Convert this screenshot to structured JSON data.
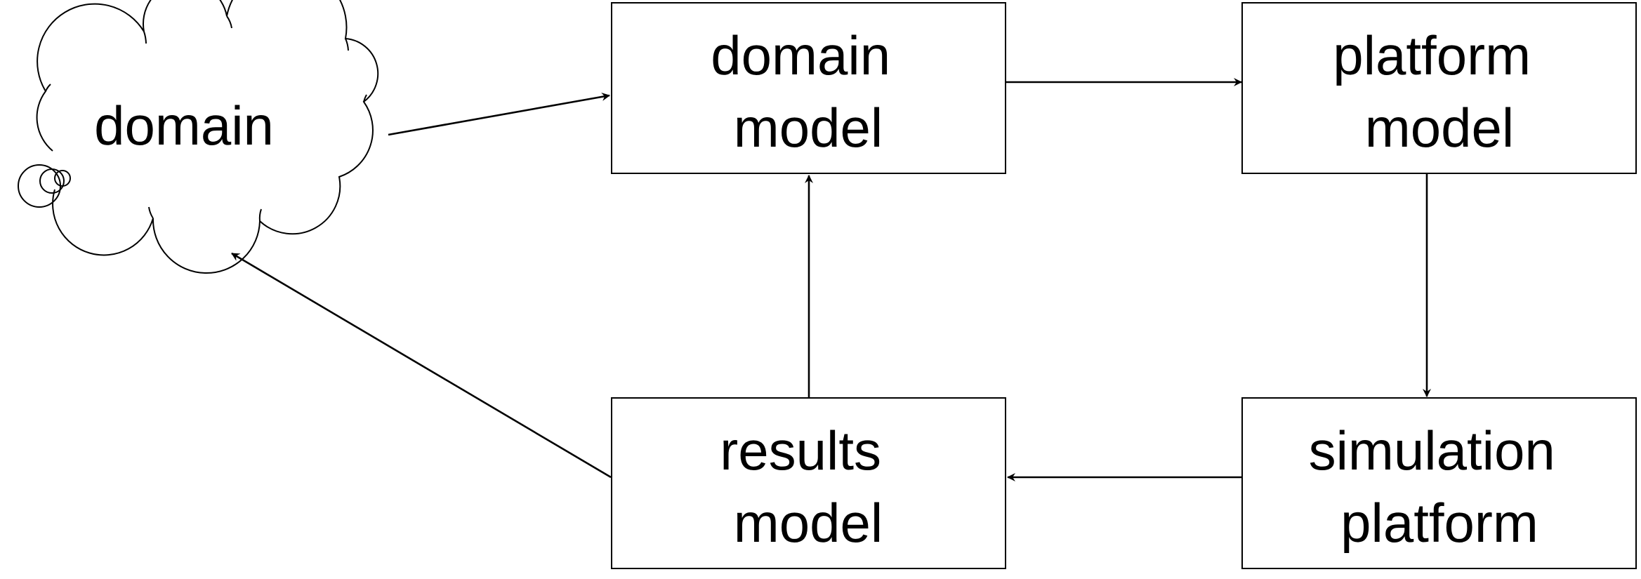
{
  "diagram": {
    "nodes": {
      "domain": {
        "label_lines": [
          "domain"
        ]
      },
      "domain_model": {
        "label_lines": [
          "domain",
          "model"
        ]
      },
      "platform_model": {
        "label_lines": [
          "platform",
          "model"
        ]
      },
      "results_model": {
        "label_lines": [
          "results",
          "model"
        ]
      },
      "simulation_platform": {
        "label_lines": [
          "simulation",
          "platform"
        ]
      }
    },
    "edges": [
      {
        "from": "domain",
        "to": "domain_model"
      },
      {
        "from": "domain_model",
        "to": "platform_model"
      },
      {
        "from": "platform_model",
        "to": "simulation_platform"
      },
      {
        "from": "simulation_platform",
        "to": "results_model"
      },
      {
        "from": "results_model",
        "to": "domain_model"
      },
      {
        "from": "results_model",
        "to": "domain"
      }
    ],
    "colors": {
      "stroke": "#000000",
      "background": "#ffffff"
    }
  }
}
